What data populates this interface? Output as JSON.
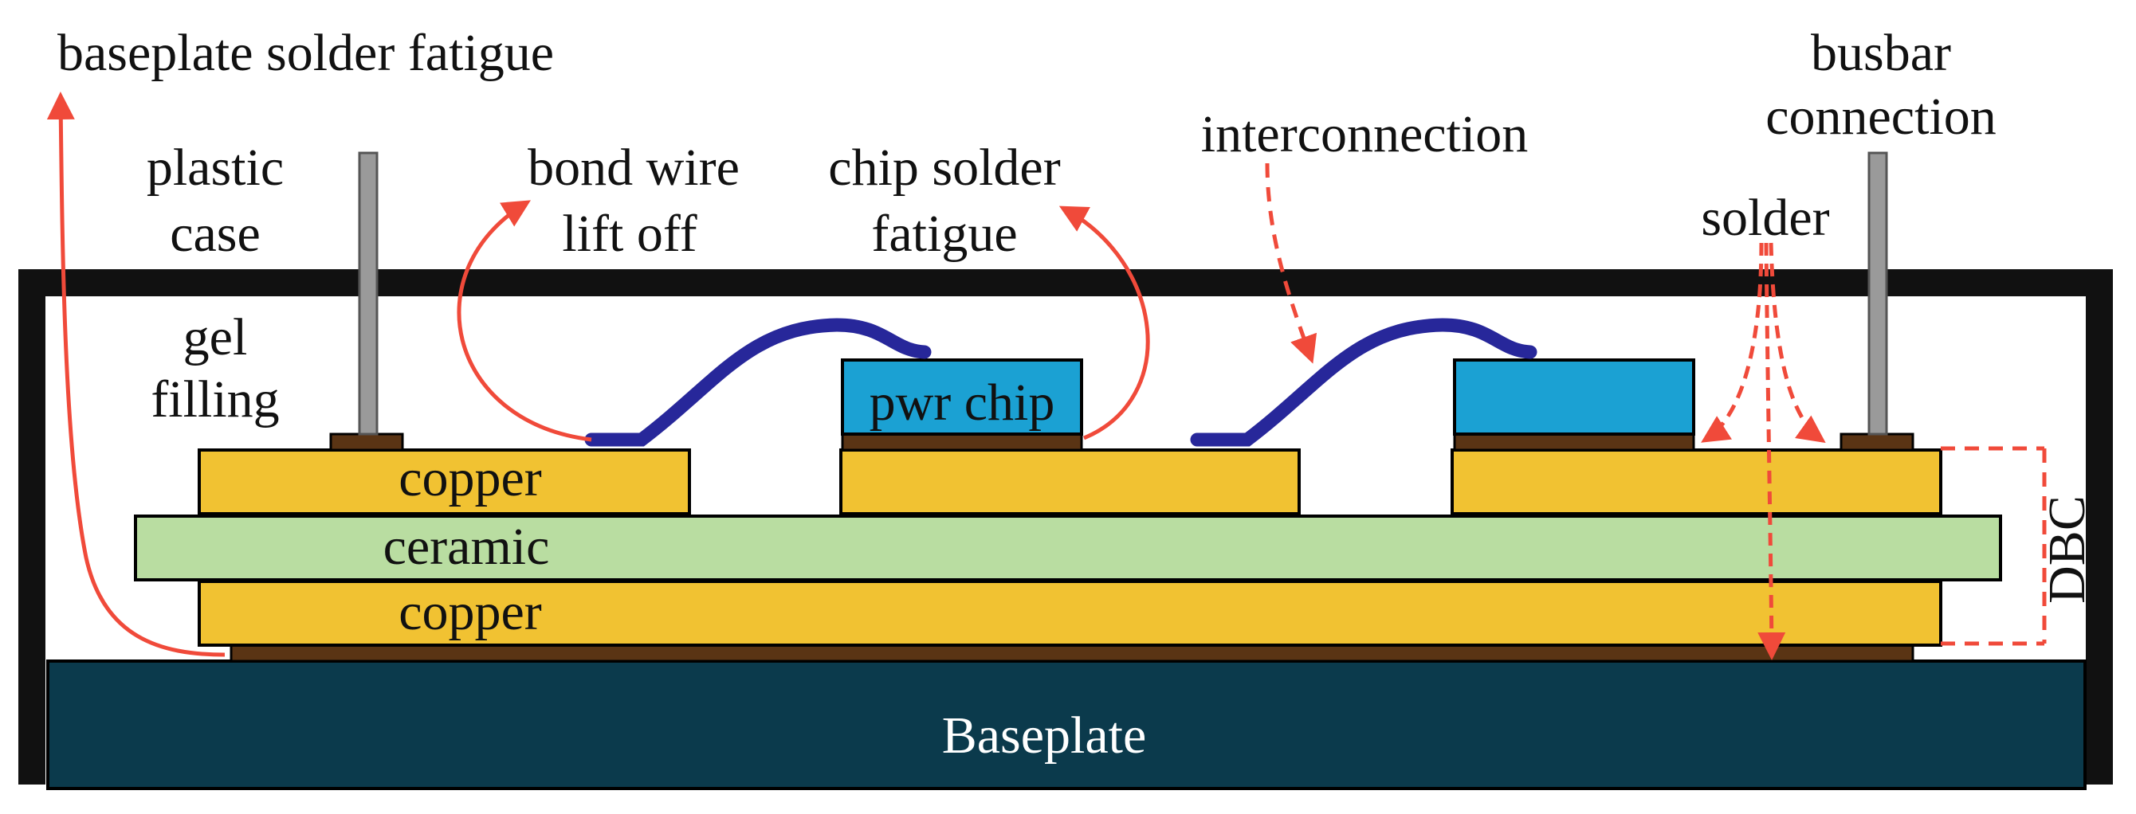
{
  "labels": {
    "baseplate_solder_fatigue": "baseplate solder fatigue",
    "plastic_case_1": "plastic",
    "plastic_case_2": "case",
    "gel_filling_1": "gel",
    "gel_filling_2": "filling",
    "bond_wire_1": "bond wire",
    "bond_wire_2": "lift off",
    "chip_solder_1": "chip solder",
    "chip_solder_2": "fatigue",
    "interconnection": "interconnection",
    "busbar_1": "busbar",
    "busbar_2": "connection",
    "solder": "solder",
    "pwr_chip": "pwr chip",
    "copper_top": "copper",
    "ceramic": "ceramic",
    "copper_bottom": "copper",
    "dbc": "DBC",
    "baseplate": "Baseplate"
  },
  "colors": {
    "case": "#111111",
    "copper": "#f1c232",
    "ceramic": "#b9dda1",
    "baseplate": "#0b3a4c",
    "solder": "#5a3414",
    "chip": "#1ba1d3",
    "wire": "#27279a",
    "terminal": "#9a9a9a",
    "arrow": "#f04a3a"
  }
}
